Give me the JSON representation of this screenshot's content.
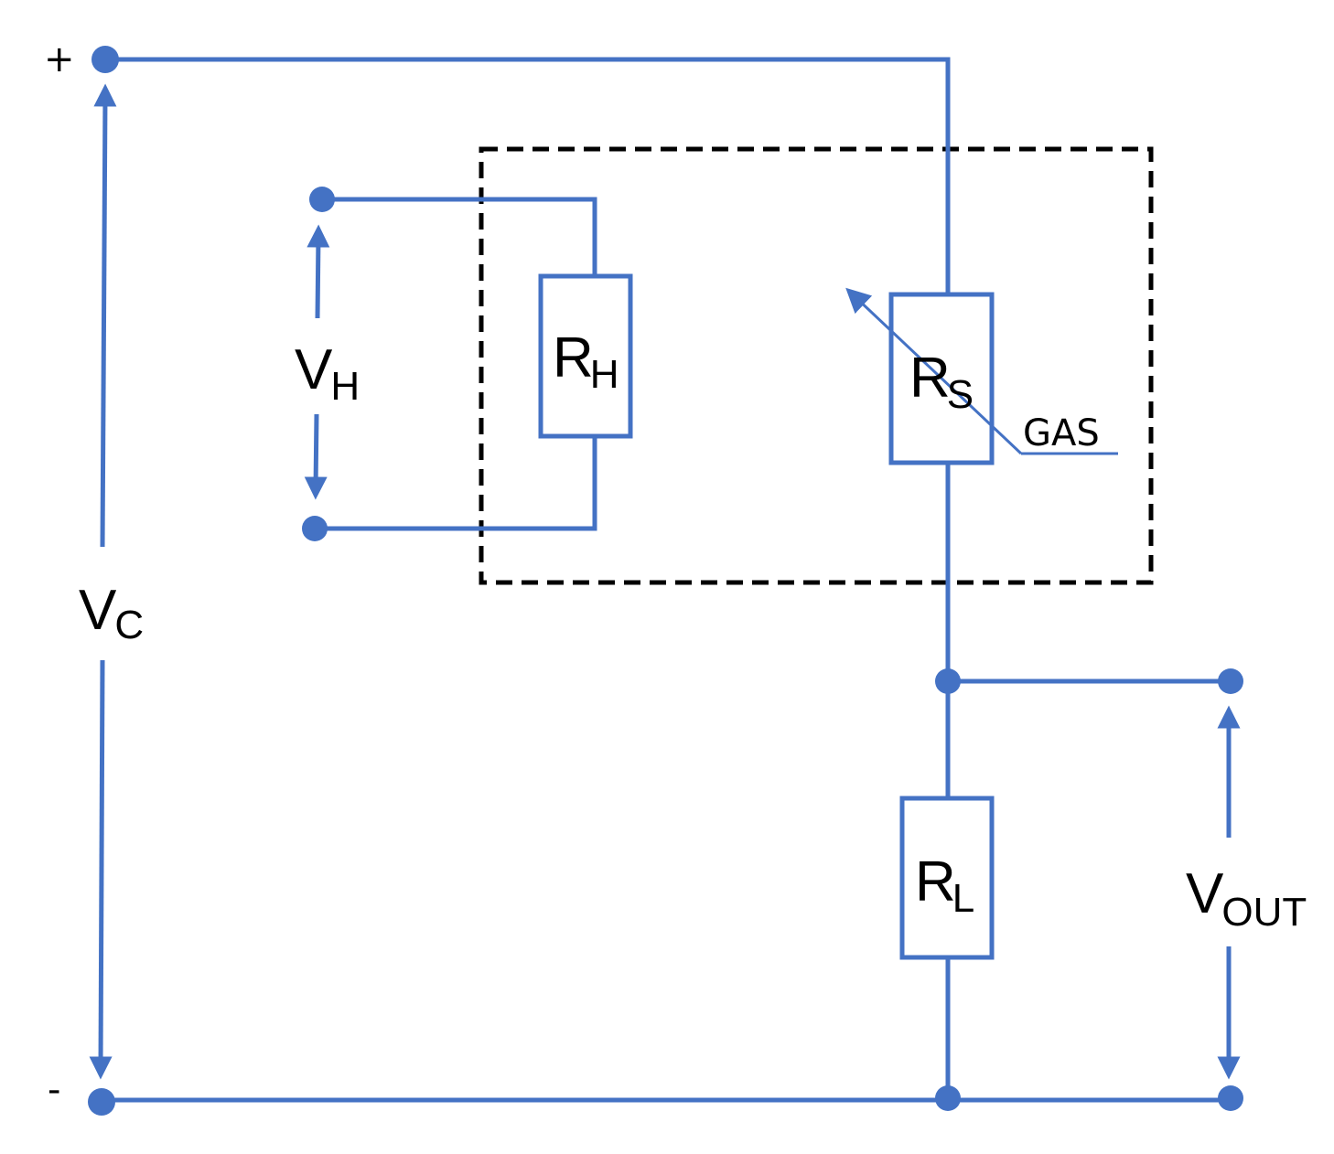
{
  "terminals": {
    "positive_sign": "+",
    "negative_sign": "-"
  },
  "labels": {
    "vc": {
      "main": "V",
      "sub": "C"
    },
    "vh": {
      "main": "V",
      "sub": "H"
    },
    "rh": {
      "main": "R",
      "sub": "H"
    },
    "rs": {
      "main": "R",
      "sub": "S"
    },
    "rl": {
      "main": "R",
      "sub": "L"
    },
    "vout": {
      "main": "V",
      "sub": "OUT"
    },
    "gas": "GAS"
  },
  "colors": {
    "wire": "#4472c4",
    "housing": "#000000",
    "text": "#000000"
  }
}
